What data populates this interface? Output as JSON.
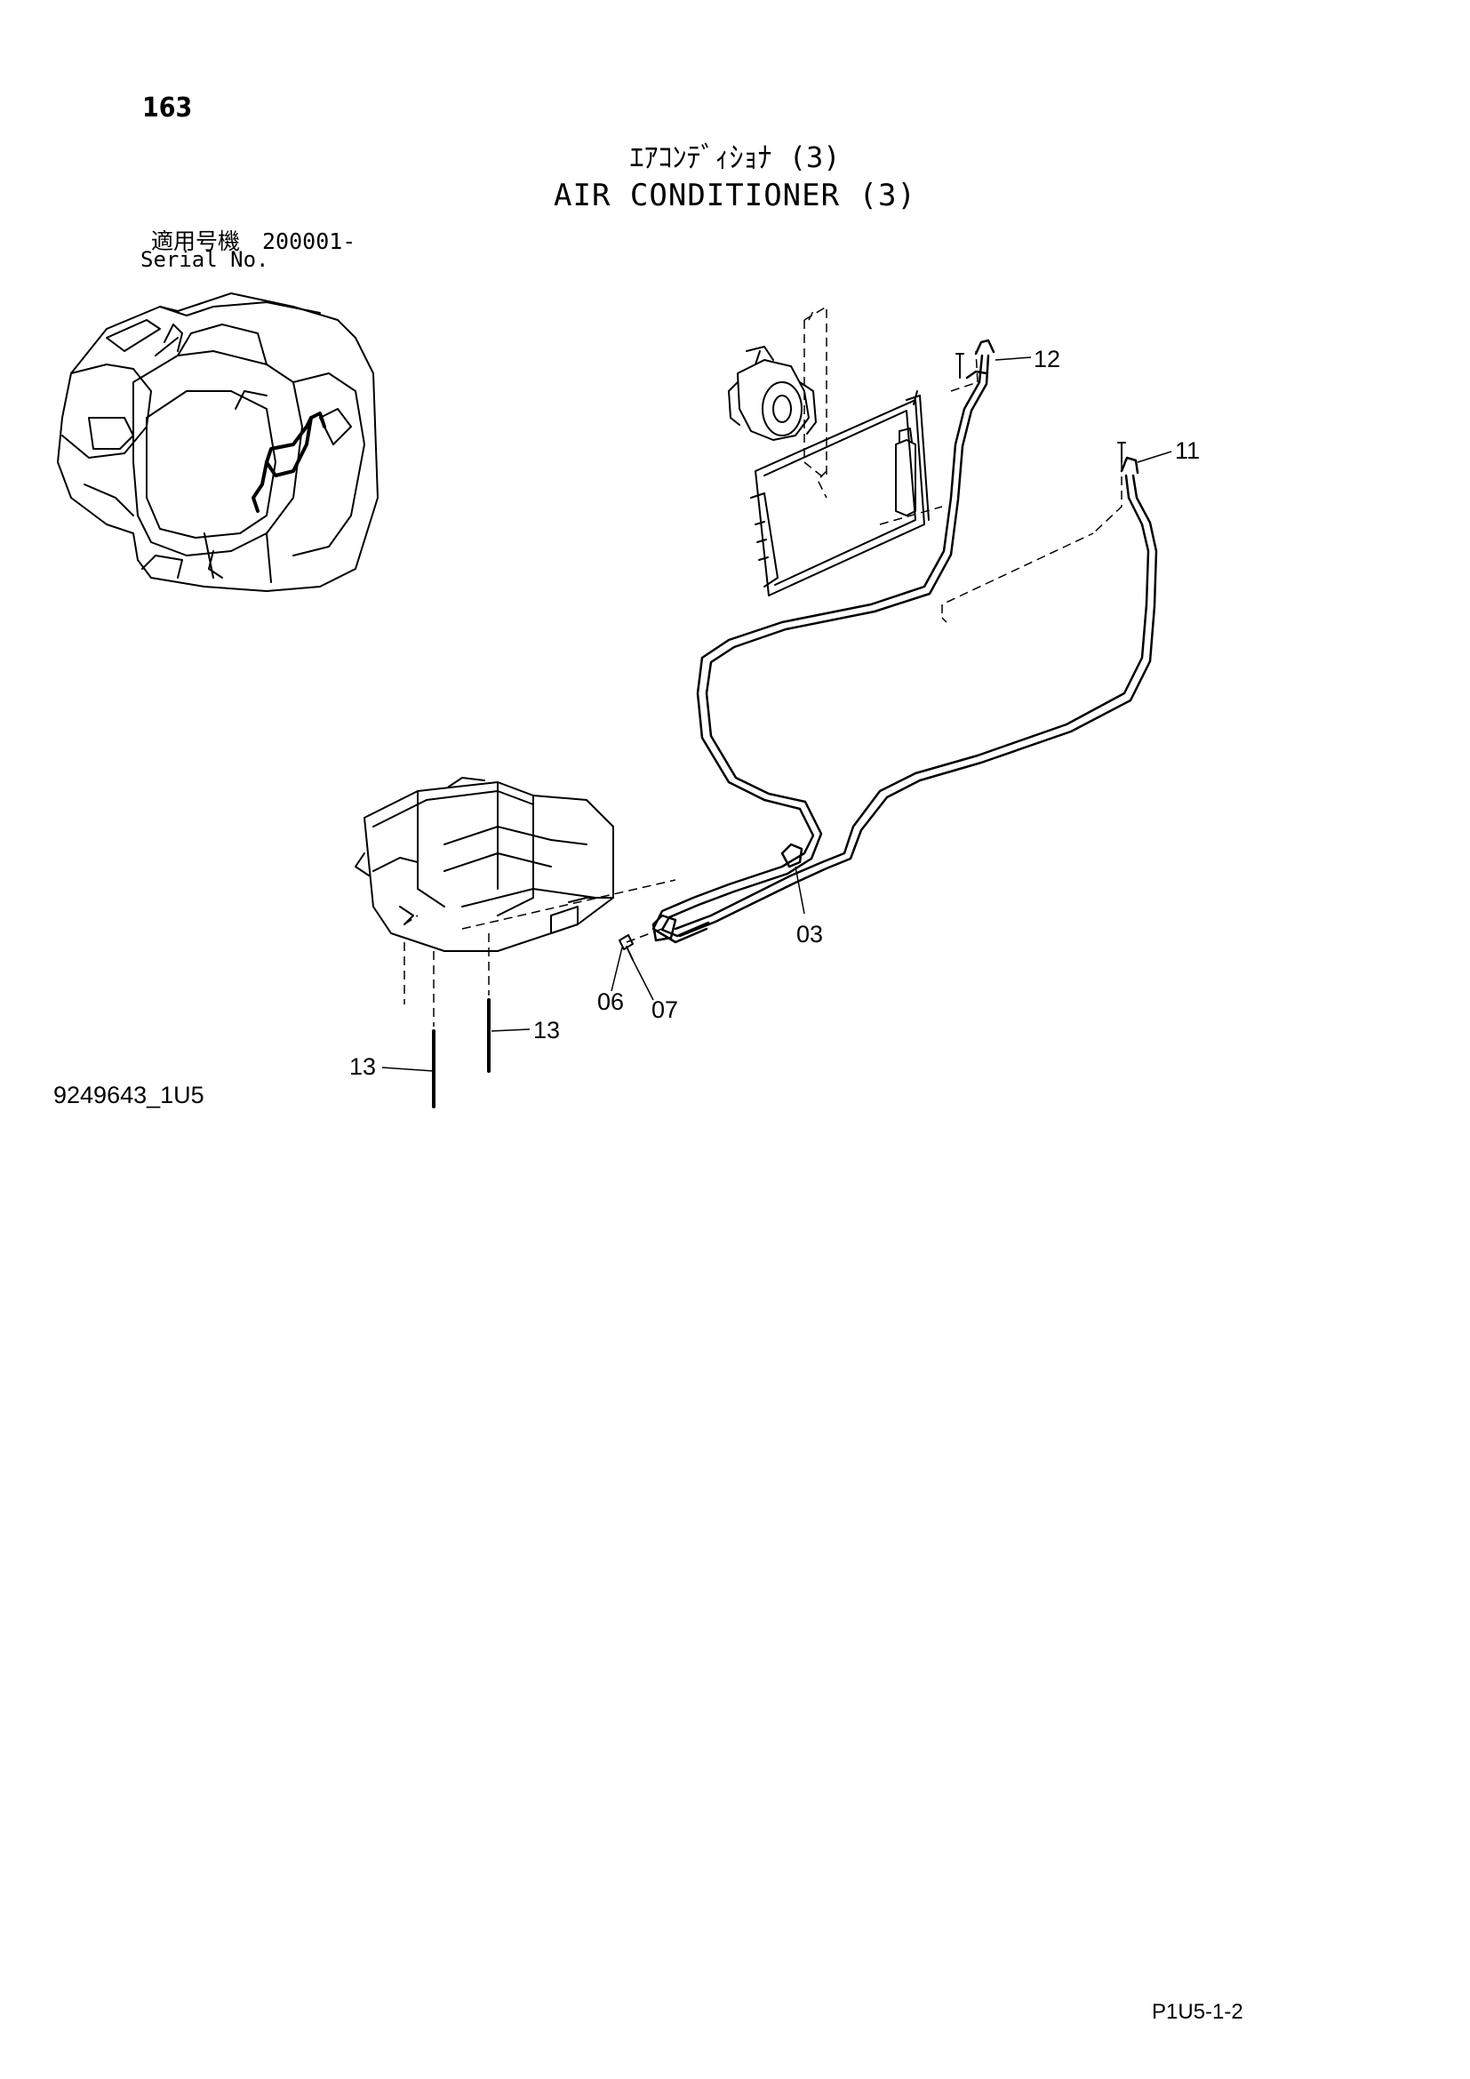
{
  "page_number": "163",
  "title_jp": "ｴｱｺﾝﾃﾞｨｼｮﾅ (3)",
  "title_en": "AIR CONDITIONER (3)",
  "serial_jp": "適用号機　200001-",
  "serial_en": "Serial No.",
  "doc_code": "9249643_1U5",
  "page_ref": "P1U5-1-2",
  "callouts": {
    "c12": "12",
    "c11": "11",
    "c03": "03",
    "c06": "06",
    "c07": "07",
    "c13a": "13",
    "c13b": "13"
  }
}
